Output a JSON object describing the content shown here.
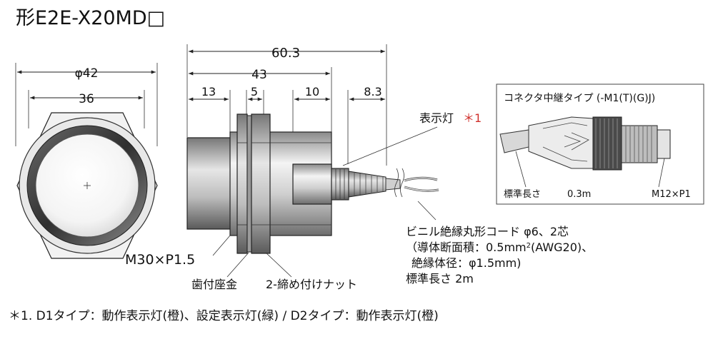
{
  "title": "形E2E-X20MD□",
  "front_view": {
    "dim_outer": "φ42",
    "dim_inner": "36"
  },
  "side_view": {
    "dim_total": "60.3",
    "dim_body": "43",
    "dim_a": "13",
    "dim_b": "5",
    "dim_c": "10",
    "dim_d": "8.3",
    "thread_label": "M30×P1.5",
    "washer_label": "歯付座金",
    "nut_label": "2-締め付けナット",
    "indicator_label": "表示灯",
    "indicator_mark": "＊1"
  },
  "cable_spec": {
    "line1": "ビニル絶縁丸形コード φ6、2芯",
    "line2_prefix": "（導体断面積：0.5mm",
    "line2_sup": "2",
    "line2_suffix": "(AWG20)、",
    "line3": "絶縁体径：φ1.5mm)",
    "line4": "標準長さ 2m"
  },
  "connector_inset": {
    "title": "コネクタ中継タイプ (-M1(T)(G)J)",
    "length_label": "標準長さ",
    "length_value": "0.3m",
    "thread_label": "M12×P1"
  },
  "footnote": "＊1. D1タイプ：動作表示灯(橙)、設定表示灯(緑) / D2タイプ：動作表示灯(橙)"
}
